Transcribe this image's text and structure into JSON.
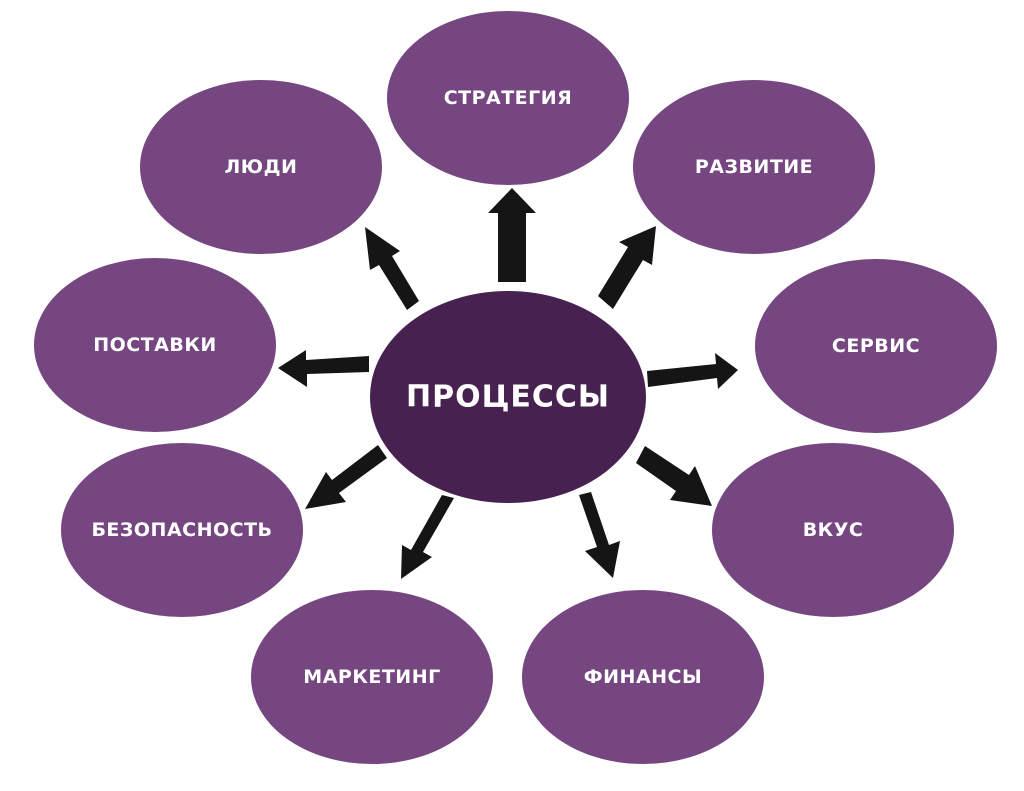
{
  "diagram": {
    "center": {
      "label": "ПРОЦЕССЫ"
    },
    "nodes": [
      {
        "id": "strategy",
        "label": "СТРАТЕГИЯ"
      },
      {
        "id": "development",
        "label": "РАЗВИТИЕ"
      },
      {
        "id": "service",
        "label": "СЕРВИС"
      },
      {
        "id": "taste",
        "label": "ВКУС"
      },
      {
        "id": "finance",
        "label": "ФИНАНСЫ"
      },
      {
        "id": "marketing",
        "label": "МАРКЕТИНГ"
      },
      {
        "id": "security",
        "label": "БЕЗОПАСНОСТЬ"
      },
      {
        "id": "supplies",
        "label": "ПОСТАВКИ"
      },
      {
        "id": "people",
        "label": "ЛЮДИ"
      }
    ]
  },
  "colors": {
    "center_fill": "#47214f",
    "node_fill": "#754680",
    "text": "#ffffff",
    "arrow": "#151515"
  }
}
